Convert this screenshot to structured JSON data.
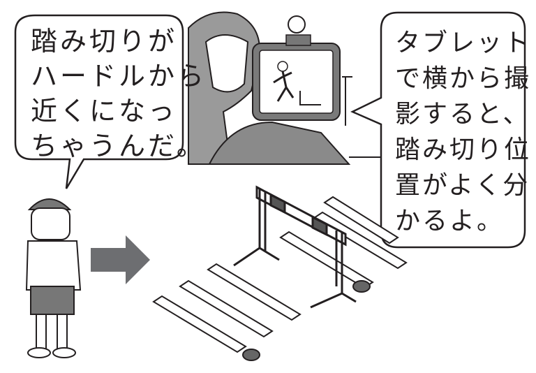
{
  "left_bubble": {
    "lines": [
      "踏み切りが",
      "ハードルから",
      "近くになっ",
      "ちゃうんだ。"
    ]
  },
  "right_bubble": {
    "lines": [
      "タブレットで",
      "横から撮",
      "影すると、",
      "踏み切り位",
      "置がよく分",
      "かるよ。"
    ]
  },
  "colors": {
    "ink": "#231f20",
    "scene_gray": "#8a8a8a",
    "arrow_gray": "#6d6e71"
  }
}
